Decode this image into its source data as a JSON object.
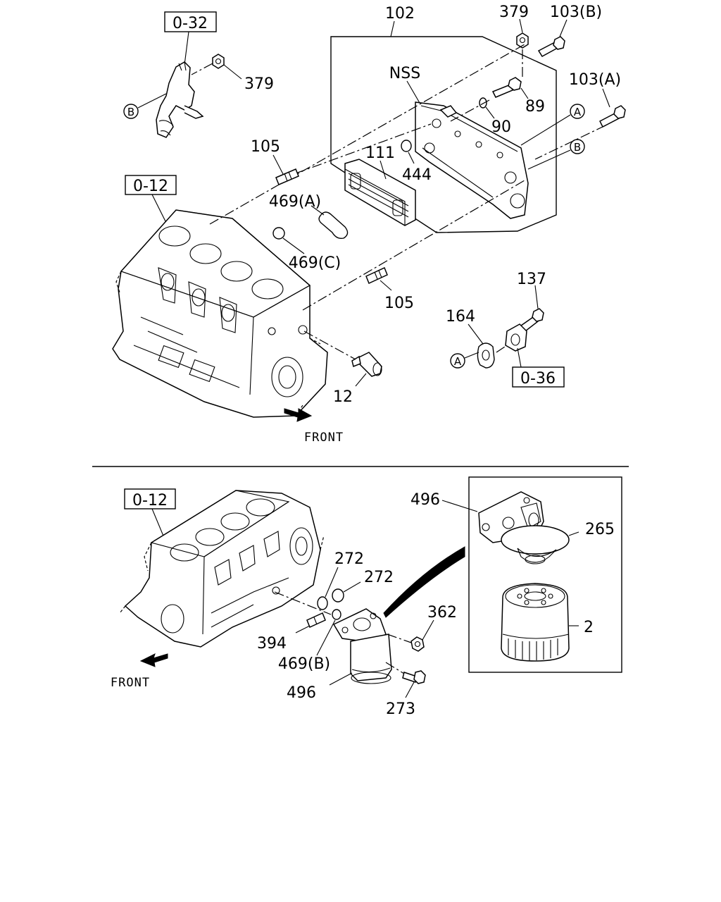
{
  "diagram": {
    "upper": {
      "refs": {
        "ref_o32": "0-32",
        "ref_o12": "0-12",
        "ref_o36": "0-36"
      },
      "labels": {
        "p102": "102",
        "p379_top": "379",
        "p103b": "103(B)",
        "p379_left": "379",
        "nss": "NSS",
        "p89": "89",
        "p103a": "103(A)",
        "p90": "90",
        "p105_top": "105",
        "p111": "111",
        "p444": "444",
        "p469a": "469(A)",
        "p469c": "469(C)",
        "p105_bottom": "105",
        "p137": "137",
        "p164": "164",
        "p12": "12"
      },
      "callouts": {
        "A": "A",
        "B": "B"
      },
      "front": "FRONT"
    },
    "lower": {
      "refs": {
        "ref_o12": "0-12"
      },
      "labels": {
        "p496_top": "496",
        "p265": "265",
        "p272_a": "272",
        "p272_b": "272",
        "p362": "362",
        "p2": "2",
        "p394": "394",
        "p469b": "469(B)",
        "p496_bottom": "496",
        "p273": "273"
      },
      "front": "FRONT"
    }
  }
}
